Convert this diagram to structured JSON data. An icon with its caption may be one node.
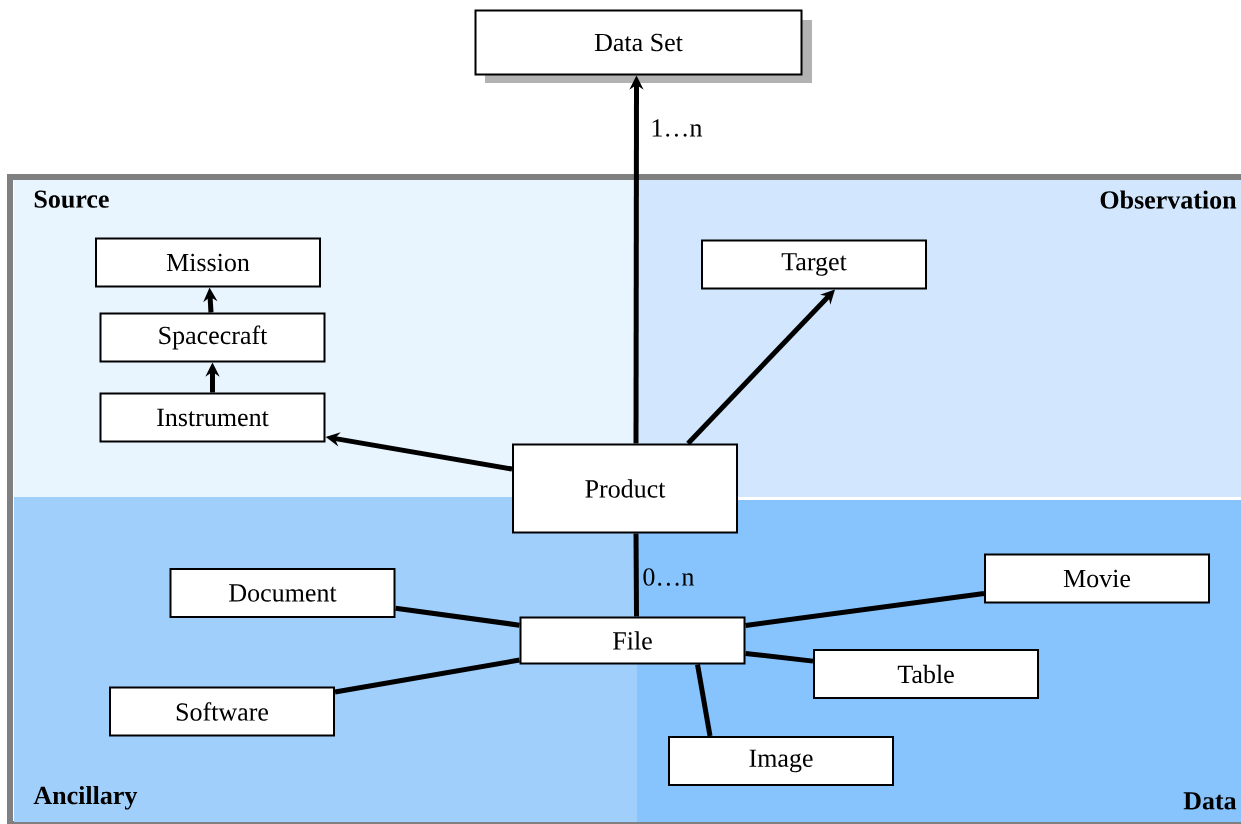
{
  "diagram": {
    "nodes": [
      {
        "text": [
          "Data Set"
        ]
      },
      {
        "text": [
          "Source"
        ]
      },
      {
        "text": [
          "Observation"
        ]
      },
      {
        "text": [
          "Ancillary"
        ]
      },
      {
        "text": [
          "Data"
        ]
      },
      {
        "text": [
          "Mission"
        ],
        "in": 1
      },
      {
        "text": [
          "Spacecraft"
        ],
        "in": 1
      },
      {
        "text": [
          "Instrument"
        ],
        "in": 1
      },
      {
        "text": [
          "Target"
        ],
        "in": 2
      },
      {
        "text": [
          "Product"
        ]
      },
      {
        "text": [
          "Document"
        ],
        "in": 3
      },
      {
        "text": [
          "File"
        ]
      },
      {
        "text": [
          "Software"
        ],
        "in": 3
      },
      {
        "text": [
          "Movie"
        ],
        "in": 4
      },
      {
        "text": [
          "Table"
        ],
        "in": 4
      },
      {
        "text": [
          "Image"
        ],
        "in": 4
      }
    ],
    "edges": [
      {
        "from": 9,
        "to": 0,
        "arrow": "to",
        "label": "1…n"
      },
      {
        "from": 6,
        "to": 5,
        "arrow": "to"
      },
      {
        "from": 7,
        "to": 6,
        "arrow": "to"
      },
      {
        "from": 9,
        "to": 7,
        "arrow": "to"
      },
      {
        "from": 9,
        "to": 8,
        "arrow": "to"
      },
      {
        "from": 11,
        "to": 9,
        "arrow": "none",
        "label": "0…n"
      },
      {
        "from": 11,
        "to": 10,
        "arrow": "none"
      },
      {
        "from": 11,
        "to": 12,
        "arrow": "none"
      },
      {
        "from": 11,
        "to": 13,
        "arrow": "none"
      },
      {
        "from": 11,
        "to": 14,
        "arrow": "none"
      },
      {
        "from": 11,
        "to": 15,
        "arrow": "none"
      }
    ]
  }
}
